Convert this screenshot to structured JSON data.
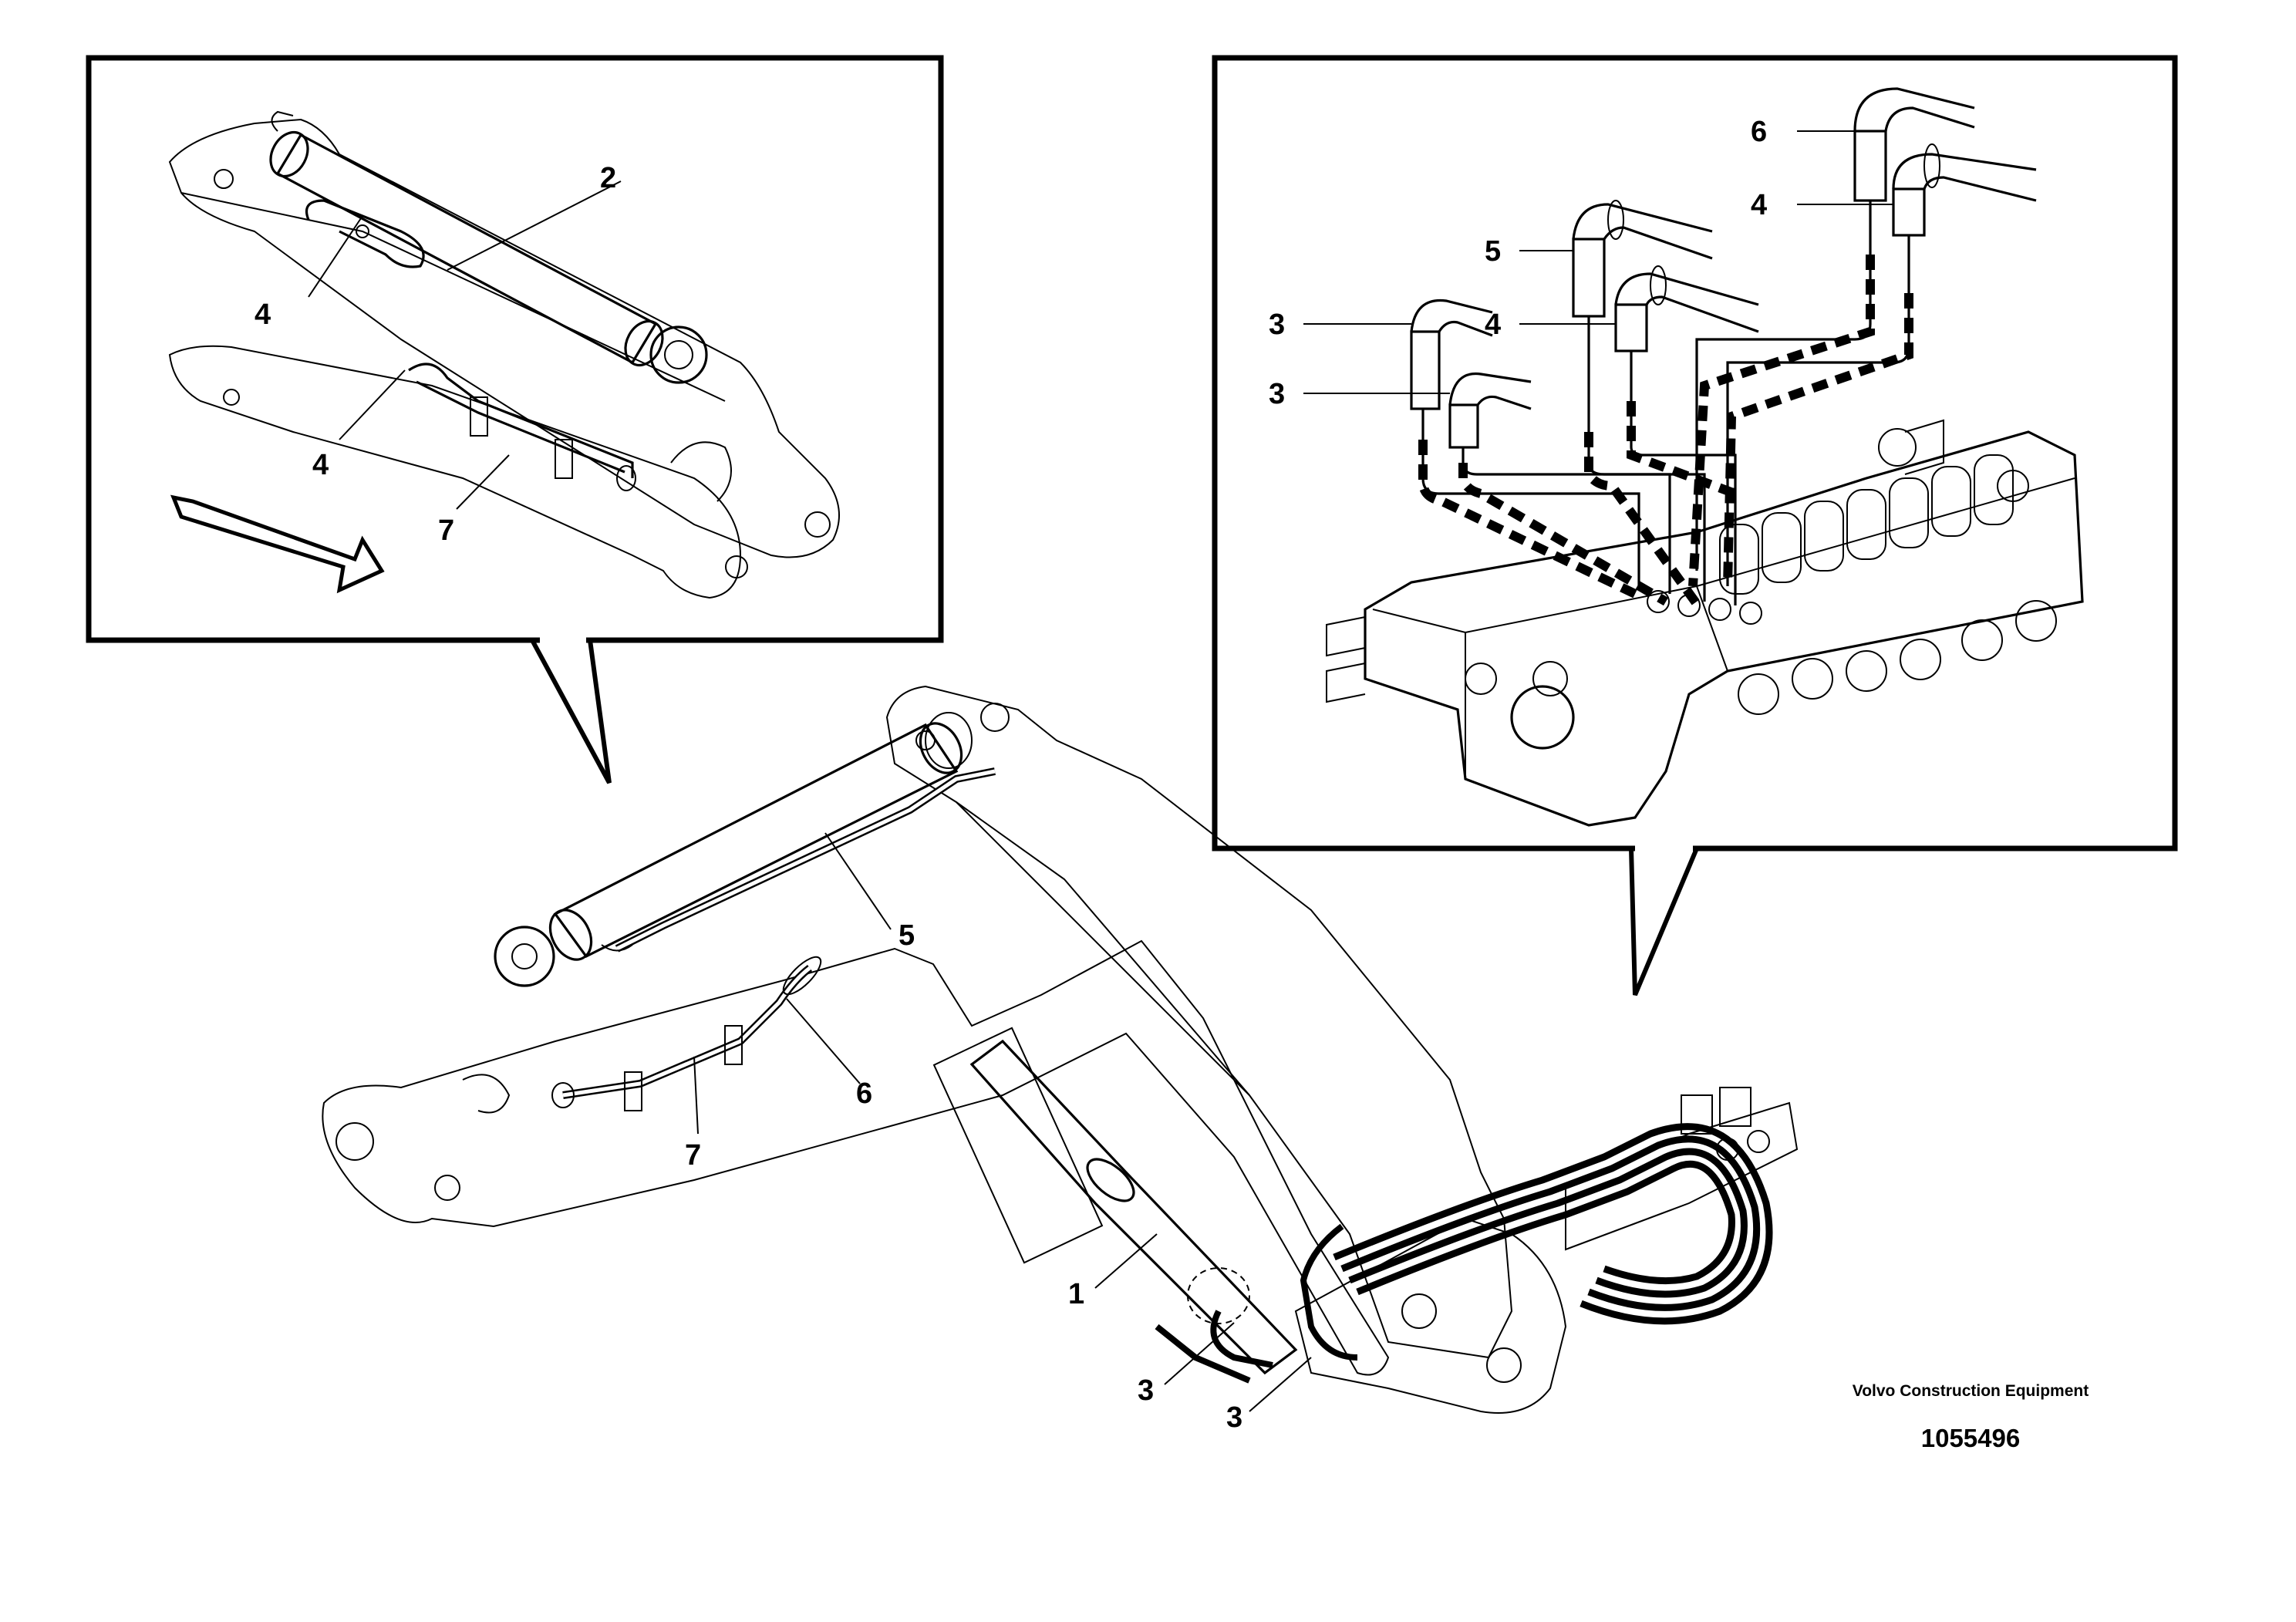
{
  "callouts": {
    "top_left": [
      "2",
      "4",
      "4",
      "7"
    ],
    "top_right": [
      "6",
      "4",
      "5",
      "4",
      "3",
      "3"
    ],
    "main": [
      "5",
      "6",
      "7",
      "1",
      "3",
      "3"
    ]
  },
  "credit": {
    "company": "Volvo Construction Equipment",
    "drawing_number": "1055496"
  },
  "colors": {
    "ink": "#000000",
    "paper": "#ffffff"
  }
}
